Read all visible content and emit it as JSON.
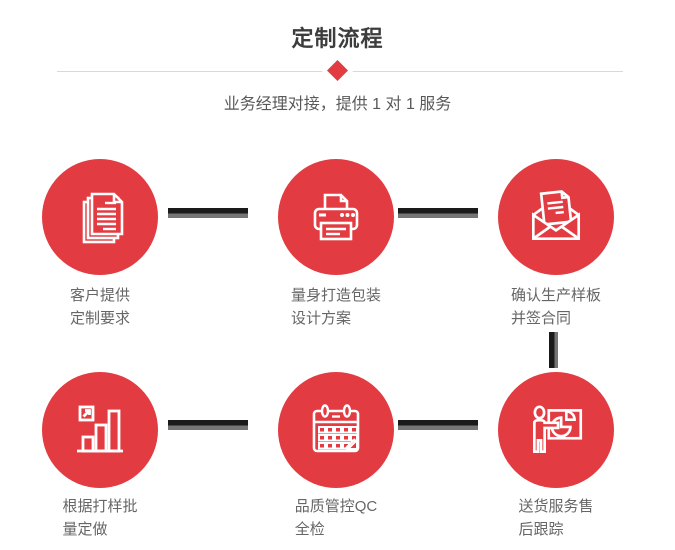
{
  "header": {
    "title": "定制流程",
    "subtitle": "业务经理对接，提供 1 对 1 服务"
  },
  "steps": [
    {
      "icon": "documents-icon",
      "label_line1": "客户提供",
      "label_line2": "定制要求"
    },
    {
      "icon": "printer-icon",
      "label_line1": "量身打造包装",
      "label_line2": "设计方案"
    },
    {
      "icon": "envelope-icon",
      "label_line1": "确认生产样板",
      "label_line2": "并签合同"
    },
    {
      "icon": "bar-chart-icon",
      "label_line1": "根据打样批",
      "label_line2": "量定做"
    },
    {
      "icon": "calendar-icon",
      "label_line1": "品质管控QC",
      "label_line2": "全检"
    },
    {
      "icon": "presenter-icon",
      "label_line1": "送货服务售",
      "label_line2": "后跟踪"
    }
  ],
  "colors": {
    "accent_red": "#e23b41",
    "connector_black": "#1a1a1a",
    "connector_gray": "#757575",
    "divider_gray": "#d9d9d9",
    "title_text": "#3d3d3d",
    "label_text": "#666666",
    "icon_stroke": "#ffffff"
  }
}
